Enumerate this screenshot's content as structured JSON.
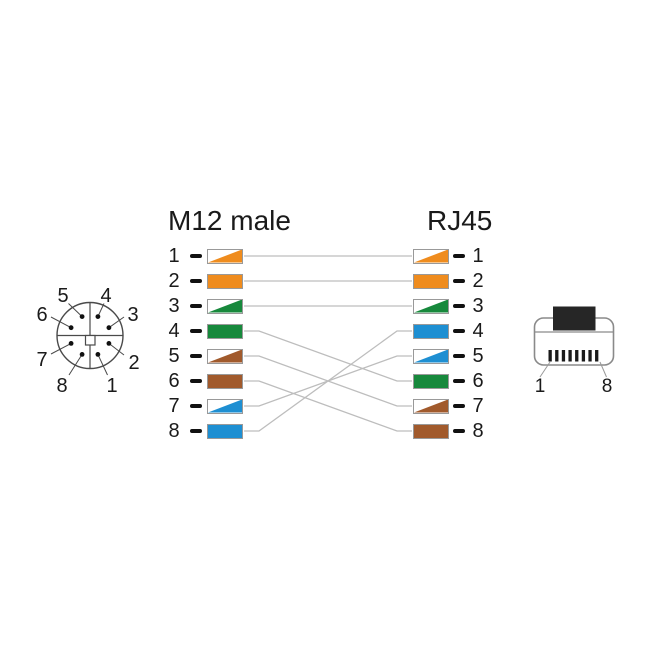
{
  "header": {
    "left_title": "M12 male",
    "right_title": "RJ45"
  },
  "colors": {
    "orange": "#EF8C1E",
    "green": "#17893C",
    "brown": "#A15A2C",
    "blue": "#1E8FD2",
    "white": "#FFFFFF",
    "connector_line": "#BDBDBD",
    "outline": "#4A4A4A",
    "plug_outline": "#8A8A8A",
    "text": "#1A1A1A"
  },
  "m12_face": {
    "pin_labels": [
      "1",
      "2",
      "3",
      "4",
      "5",
      "6",
      "7",
      "8"
    ]
  },
  "wiring": {
    "m12_column": [
      {
        "pin": "1",
        "wire": "white-orange"
      },
      {
        "pin": "2",
        "wire": "orange"
      },
      {
        "pin": "3",
        "wire": "white-green"
      },
      {
        "pin": "4",
        "wire": "green"
      },
      {
        "pin": "5",
        "wire": "white-brown"
      },
      {
        "pin": "6",
        "wire": "brown"
      },
      {
        "pin": "7",
        "wire": "white-blue"
      },
      {
        "pin": "8",
        "wire": "blue"
      }
    ],
    "rj45_column": [
      {
        "pin": "1",
        "wire": "white-orange"
      },
      {
        "pin": "2",
        "wire": "orange"
      },
      {
        "pin": "3",
        "wire": "white-green"
      },
      {
        "pin": "4",
        "wire": "blue"
      },
      {
        "pin": "5",
        "wire": "white-blue"
      },
      {
        "pin": "6",
        "wire": "green"
      },
      {
        "pin": "7",
        "wire": "white-brown"
      },
      {
        "pin": "8",
        "wire": "brown"
      }
    ],
    "connections": [
      {
        "from": 1,
        "to": 1
      },
      {
        "from": 2,
        "to": 2
      },
      {
        "from": 3,
        "to": 3
      },
      {
        "from": 4,
        "to": 6
      },
      {
        "from": 5,
        "to": 7
      },
      {
        "from": 6,
        "to": 8
      },
      {
        "from": 7,
        "to": 5
      },
      {
        "from": 8,
        "to": 4
      }
    ]
  },
  "rj45_plug": {
    "first_pin_label": "1",
    "last_pin_label": "8",
    "pin_count": 8
  }
}
